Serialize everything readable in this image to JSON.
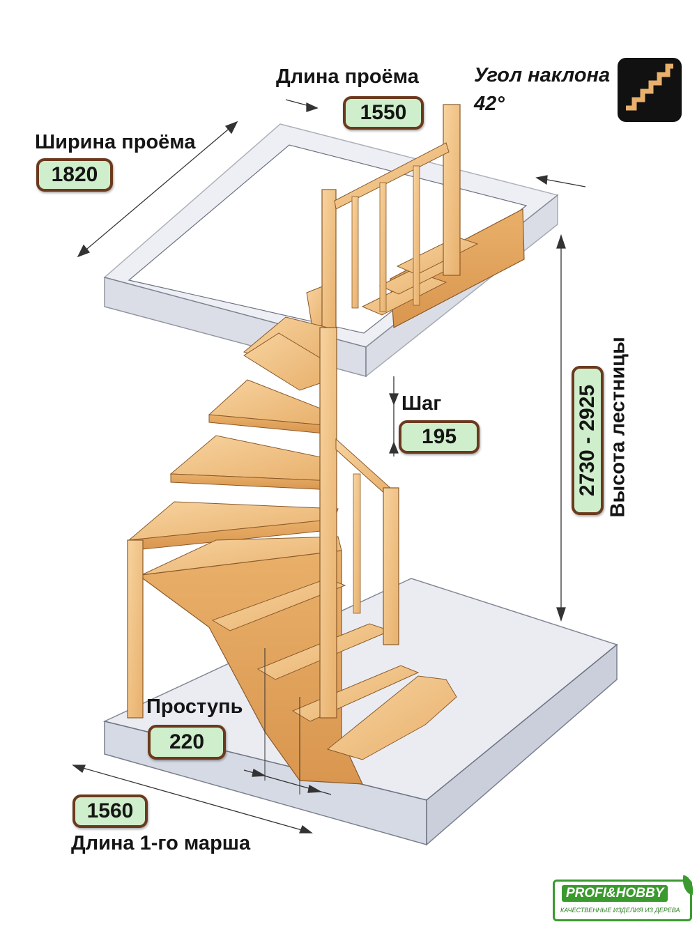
{
  "dimensions": {
    "opening_length": {
      "label": "Длина проёма",
      "value": "1550"
    },
    "opening_width": {
      "label": "Ширина проёма",
      "value": "1820"
    },
    "incline_angle": {
      "label": "Угол наклона",
      "value": "42°"
    },
    "step_height": {
      "label": "Шаг",
      "value": "195"
    },
    "stair_height": {
      "label": "Высота лестницы",
      "value": "2730 - 2925"
    },
    "tread_depth": {
      "label": "Проступь",
      "value": "220"
    },
    "first_flight_length": {
      "label": "Длина 1-го марша",
      "value": "1560"
    }
  },
  "icons": {
    "stairs_icon": "stairs-icon"
  },
  "logo": {
    "name": "PROFI&HOBBY",
    "tagline": "КАЧЕСТВЕННЫЕ ИЗДЕЛИЯ ИЗ ДЕРЕВА"
  },
  "colors": {
    "wood": "#f2c285",
    "wood_dark": "#d89a58",
    "badge_fill": "#cfeecb",
    "badge_border": "#6b3a1e",
    "slab": "#d5d9e6",
    "logo_green": "#3a9a2e"
  }
}
